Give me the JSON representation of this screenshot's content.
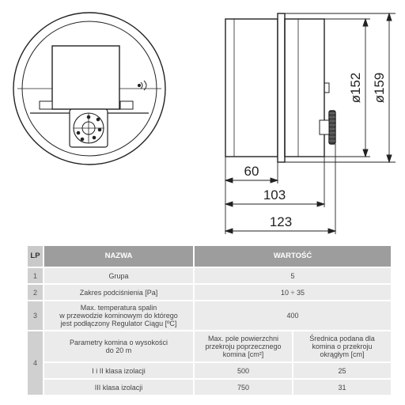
{
  "drawing": {
    "dimensions": {
      "d152": "ø152",
      "d159": "ø159",
      "l60": "60",
      "l103": "103",
      "l123": "123"
    }
  },
  "table": {
    "headers": {
      "lp": "LP",
      "name": "NAZWA",
      "value": "WARTOŚĆ"
    },
    "rows": [
      {
        "lp": "1",
        "name": "Grupa",
        "value": "5"
      },
      {
        "lp": "2",
        "name": "Zakres podciśnienia [Pa]",
        "value": "10 ÷ 35"
      },
      {
        "lp": "3",
        "name_lines": [
          "Max. temperatura spalin",
          "w przewodzie kominowym do którego",
          "jest podłączony Regulator Ciągu [ºC]"
        ],
        "value": "400"
      }
    ],
    "row4": {
      "lp": "4",
      "param_lines": [
        "Parametry komina o wysokości",
        "do 20 m"
      ],
      "col1_lines": [
        "Max. pole powierzchni",
        "przekroju poprzecznego",
        "komina [cm²]"
      ],
      "col2_lines": [
        "Średnica podana dla",
        "komina o przekroju",
        "okrągłym [cm]"
      ],
      "sub": [
        {
          "name": "I i II klasa izolacji",
          "v1": "500",
          "v2": "25"
        },
        {
          "name": "III klasa izolacji",
          "v1": "750",
          "v2": "31"
        }
      ]
    }
  }
}
